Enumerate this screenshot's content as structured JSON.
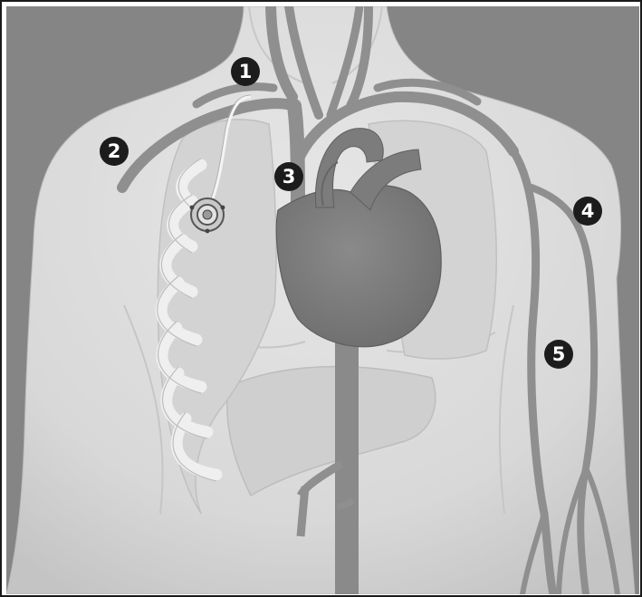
{
  "diagram": {
    "markers": [
      {
        "id": "1",
        "label": "1"
      },
      {
        "id": "2",
        "label": "2"
      },
      {
        "id": "3",
        "label": "3"
      },
      {
        "id": "4",
        "label": "4"
      },
      {
        "id": "5",
        "label": "5"
      }
    ]
  },
  "colors": {
    "background": "#858585",
    "skin": "#dcdcdc",
    "ribs": "#e9e9e9",
    "vessel": "#8f8f8f",
    "heart": "#7a7a7a",
    "marker_fill": "#1c1c1c",
    "marker_text": "#ffffff"
  }
}
